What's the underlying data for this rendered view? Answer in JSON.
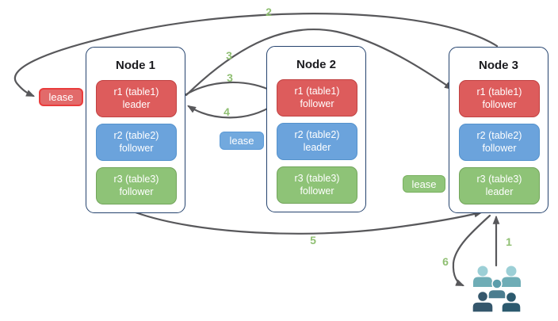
{
  "diagram": {
    "background": "#ffffff",
    "colors": {
      "arrow": "#58585b",
      "step_label": "#8fbf72",
      "node_border": "#25436e",
      "red_fill": "#dd5c5c",
      "red_border": "#c04242",
      "blue_fill": "#6ba3dc",
      "blue_border": "#5592cc",
      "green_fill": "#8ec377",
      "green_border": "#73a55c",
      "lease_red_border": "#e93d3d",
      "clients_light": "#9ccfd6",
      "clients_medium": "#5b9dab",
      "clients_dark_left": "#35576c",
      "clients_dark_right": "#2c5a6e"
    },
    "nodes": [
      {
        "title": "Node 1",
        "replicas": [
          {
            "name": "r1 (table1)",
            "role": "leader"
          },
          {
            "name": "r2 (table2)",
            "role": "follower"
          },
          {
            "name": "r3 (table3)",
            "role": "follower"
          }
        ]
      },
      {
        "title": "Node 2",
        "replicas": [
          {
            "name": "r1 (table1)",
            "role": "follower"
          },
          {
            "name": "r2 (table2)",
            "role": "leader"
          },
          {
            "name": "r3 (table3)",
            "role": "follower"
          }
        ]
      },
      {
        "title": "Node 3",
        "replicas": [
          {
            "name": "r1 (table1)",
            "role": "follower"
          },
          {
            "name": "r2 (table2)",
            "role": "follower"
          },
          {
            "name": "r3 (table3)",
            "role": "leader"
          }
        ]
      }
    ],
    "leases": [
      {
        "label": "lease",
        "color": "red"
      },
      {
        "label": "lease",
        "color": "blue"
      },
      {
        "label": "lease",
        "color": "green"
      }
    ],
    "steps": [
      {
        "label": "2"
      },
      {
        "label": "3"
      },
      {
        "label": "3"
      },
      {
        "label": "4"
      },
      {
        "label": "5"
      },
      {
        "label": "6"
      },
      {
        "label": "1"
      }
    ],
    "icons": {
      "clients": "users-group-icon"
    }
  }
}
